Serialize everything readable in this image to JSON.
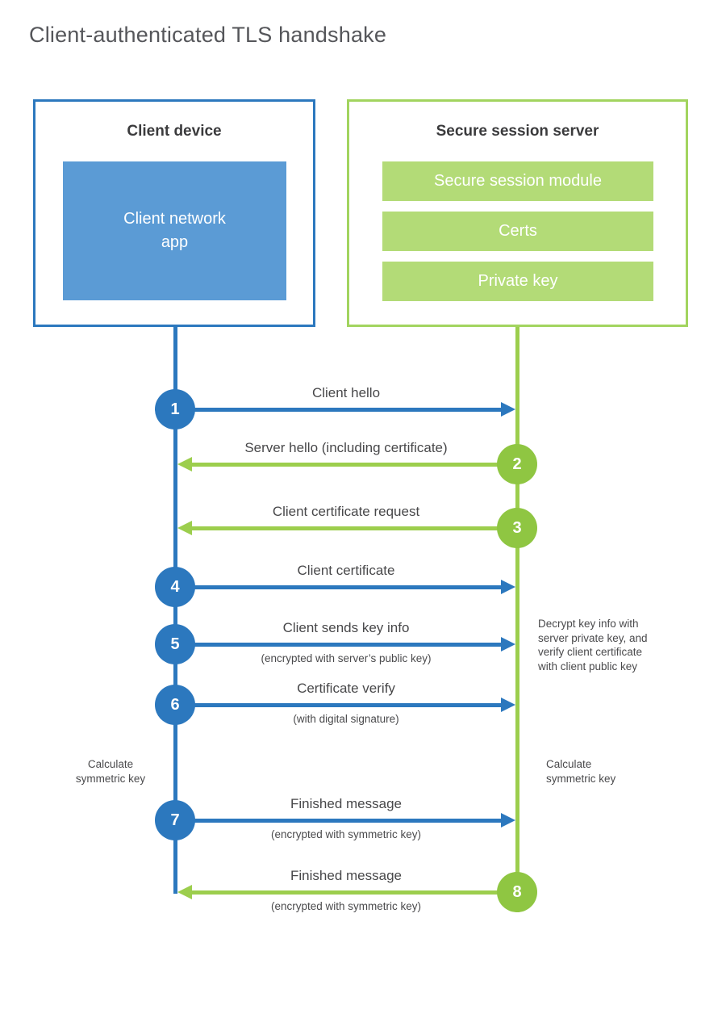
{
  "title": "Client-authenticated TLS handshake",
  "colors": {
    "blue_primary": "#2C78BE",
    "blue_fill": "#5B9BD5",
    "green_circle": "#8FC642",
    "green_line": "#9CCE4D",
    "green_border": "#A2D45F",
    "green_fill": "#B3DB77"
  },
  "client": {
    "title": "Client device",
    "app_label": "Client network\napp"
  },
  "server": {
    "title": "Secure session server",
    "modules": [
      "Secure session module",
      "Certs",
      "Private key"
    ]
  },
  "steps": [
    {
      "num": "1",
      "from": "client",
      "to": "server",
      "label": "Client hello"
    },
    {
      "num": "2",
      "from": "server",
      "to": "client",
      "label": "Server hello (including certificate)"
    },
    {
      "num": "3",
      "from": "server",
      "to": "client",
      "label": "Client certificate request"
    },
    {
      "num": "4",
      "from": "client",
      "to": "server",
      "label": "Client certificate"
    },
    {
      "num": "5",
      "from": "client",
      "to": "server",
      "label": "Client sends key info",
      "sub": "(encrypted with server’s public key)"
    },
    {
      "num": "6",
      "from": "client",
      "to": "server",
      "label": "Certificate verify",
      "sub": "(with digital signature)"
    },
    {
      "num": "7",
      "from": "client",
      "to": "server",
      "label": "Finished message",
      "sub": "(encrypted with symmetric key)"
    },
    {
      "num": "8",
      "from": "server",
      "to": "client",
      "label": "Finished message",
      "sub": "(encrypted with symmetric key)"
    }
  ],
  "notes": {
    "decrypt": "Decrypt key info with\nserver private key, and\nverify client certificate\nwith client public key",
    "calc_left": "Calculate\nsymmetric key",
    "calc_right": "Calculate\nsymmetric key"
  }
}
